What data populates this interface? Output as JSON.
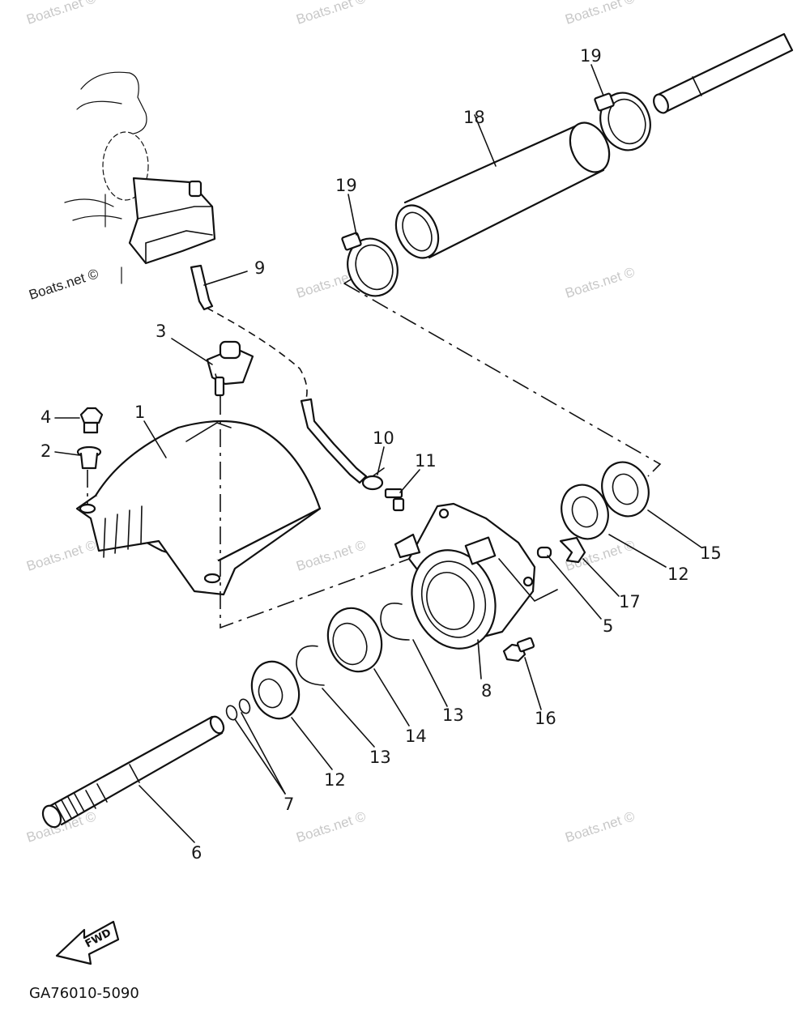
{
  "watermarks": [
    "Boats.net ©",
    "Boats.net ©",
    "Boats.net ©",
    "Boats.net ©",
    "Boats.net ©",
    "Boats.net ©",
    "Boats.net ©",
    "Boats.net ©",
    "Boats.net ©",
    "Boats.net ©",
    "Boats.net ©",
    "Boats.net ©"
  ],
  "callouts": {
    "c1": "1",
    "c2": "2",
    "c3": "3",
    "c4": "4",
    "c5": "5",
    "c6": "6",
    "c7": "7",
    "c8": "8",
    "c9": "9",
    "c10": "10",
    "c11": "11",
    "c12a": "12",
    "c12b": "12",
    "c13a": "13",
    "c13b": "13",
    "c14": "14",
    "c15": "15",
    "c16": "16",
    "c17": "17",
    "c18": "18",
    "c19a": "19",
    "c19b": "19"
  },
  "fwd_label": "FWD",
  "diagram_code": "GA76010-5090",
  "colors": {
    "line": "#111111",
    "background": "#ffffff",
    "watermark": "#c8c8c8"
  }
}
